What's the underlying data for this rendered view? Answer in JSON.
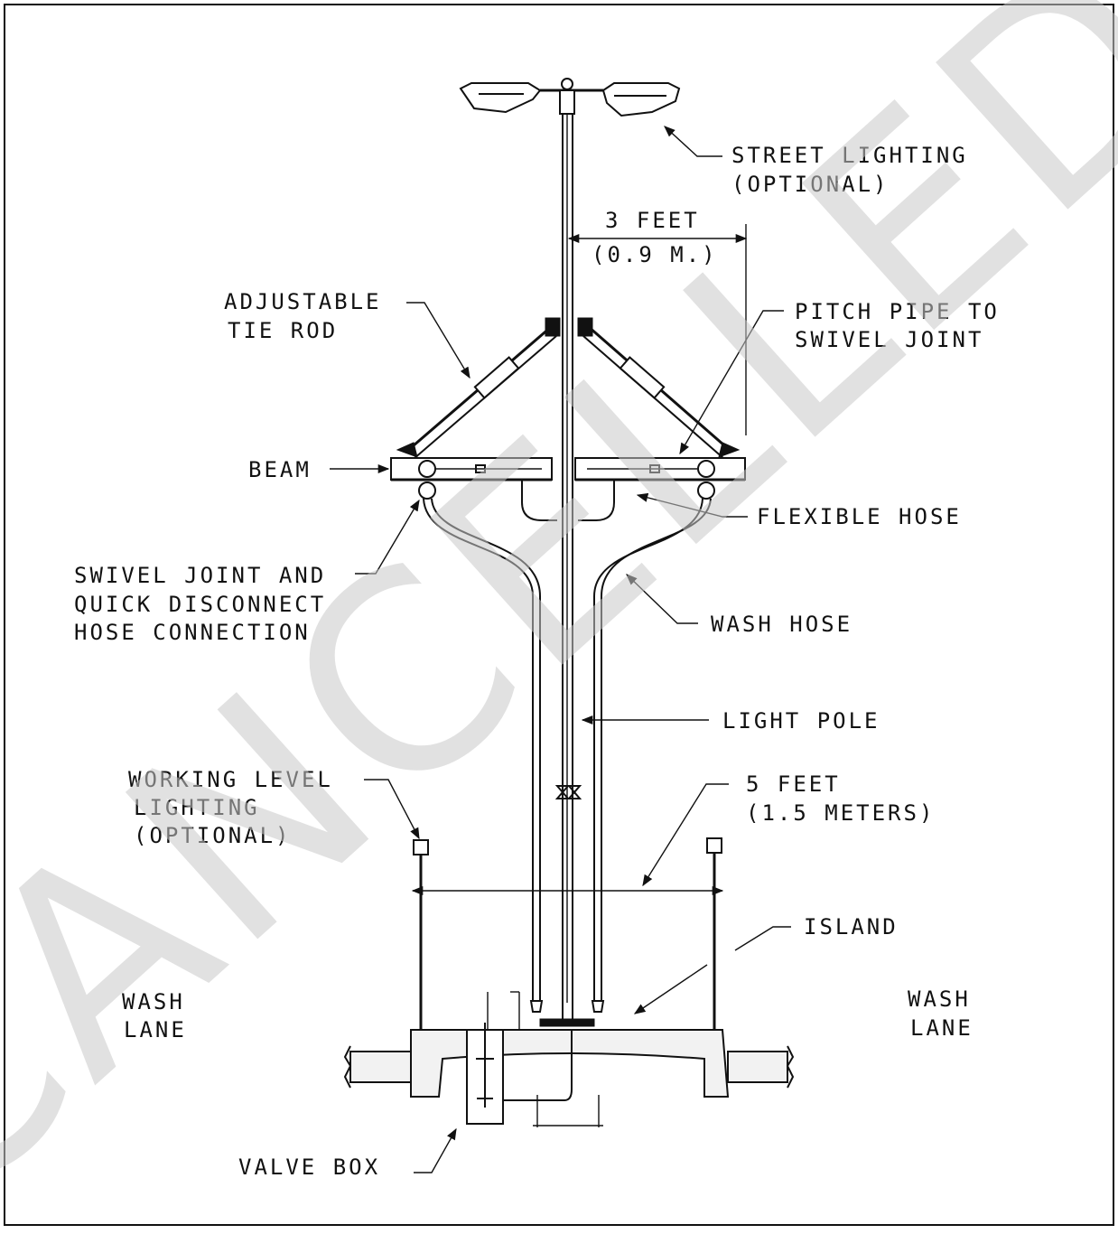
{
  "watermark": "CANCELLED",
  "labels": {
    "street_lighting_1": "STREET LIGHTING",
    "street_lighting_2": "(OPTIONAL)",
    "three_feet_1": "3 FEET",
    "three_feet_2": "(0.9 M.)",
    "tie_rod_1": "ADJUSTABLE",
    "tie_rod_2": "TIE ROD",
    "pitch_pipe_1": "PITCH PIPE TO",
    "pitch_pipe_2": "SWIVEL JOINT",
    "beam": "BEAM",
    "flexible_hose": "FLEXIBLE HOSE",
    "swivel_1": "SWIVEL JOINT AND",
    "swivel_2": "QUICK DISCONNECT",
    "swivel_3": "HOSE CONNECTION",
    "wash_hose": "WASH HOSE",
    "light_pole": "LIGHT POLE",
    "working_1": "WORKING LEVEL",
    "working_2": "LIGHTING",
    "working_3": "(OPTIONAL)",
    "five_feet_1": "5 FEET",
    "five_feet_2": "(1.5 METERS)",
    "island": "ISLAND",
    "wash_lane_left_1": "WASH",
    "wash_lane_left_2": "LANE",
    "wash_lane_right_1": "WASH",
    "wash_lane_right_2": "LANE",
    "valve_box": "VALVE BOX"
  }
}
